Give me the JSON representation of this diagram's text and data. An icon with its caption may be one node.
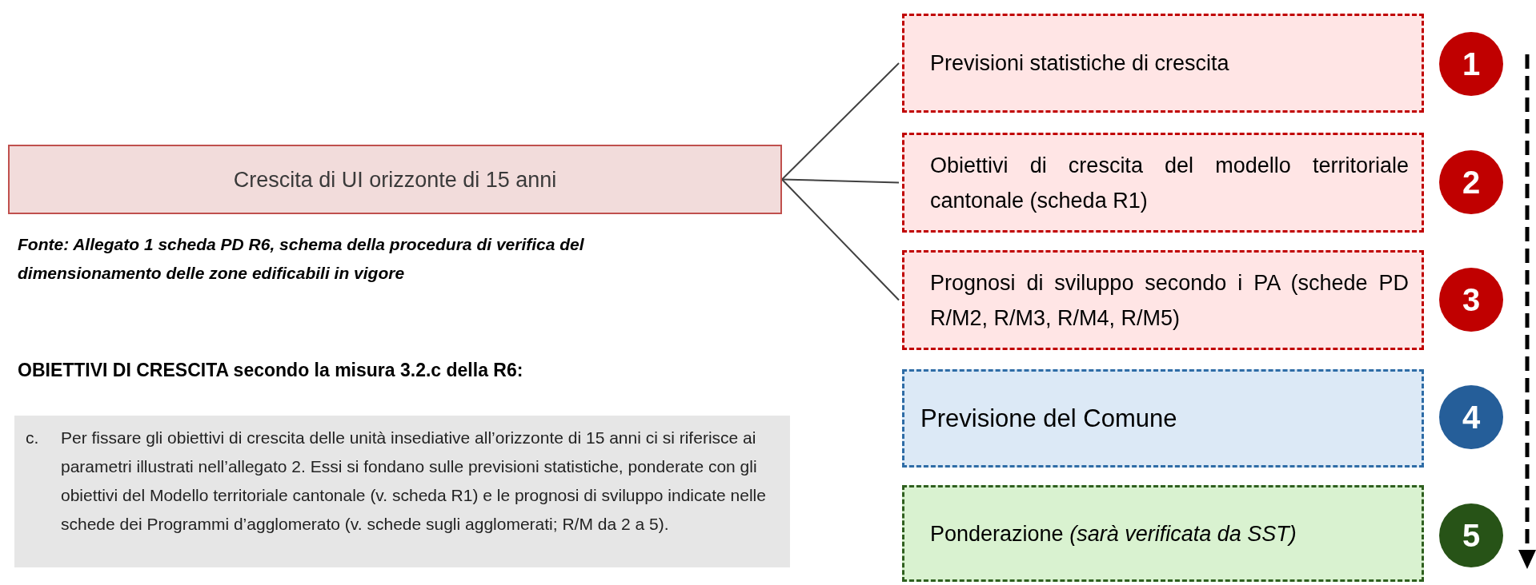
{
  "diagram": {
    "nodes": [
      {
        "text": [
          "Crescita di UI orizzonte di 15 anni"
        ]
      },
      {
        "text": [
          "Previsioni statistiche di crescita"
        ]
      },
      {
        "text": [
          "Obiettivi di crescita del modello territoriale cantonale (scheda R1)"
        ]
      },
      {
        "text": [
          "Prognosi di sviluppo secondo i PA (schede PD R/M2, R/M3, R/M4, R/M5)"
        ]
      },
      {
        "text": [
          "Previsione del Comune"
        ]
      },
      {
        "text": [
          "Ponderazione *(sarà verificata da SST)*"
        ]
      },
      {
        "text": [
          "1"
        ]
      },
      {
        "text": [
          "2"
        ]
      },
      {
        "text": [
          "3"
        ]
      },
      {
        "text": [
          "4"
        ]
      },
      {
        "text": [
          "5"
        ]
      },
      {
        "text": [
          "c.",
          "Per fissare gli obiettivi di crescita delle unità insediative all’orizzonte di 15 anni ci si riferisce ai parametri illustrati nell’allegato 2. Essi si fondano sulle previsioni statistiche, ponderate con gli obiettivi del Modello territoriale cantonale (v. scheda R1) e le prognosi di sviluppo indicate nelle schede dei Programmi d’agglomerato (v. schede sugli agglomerati; R/M da 2 a 5)."
        ]
      }
    ],
    "edges": [
      {
        "from": 0,
        "to": 1,
        "arrow": "none"
      },
      {
        "from": 0,
        "to": 2,
        "arrow": "none"
      },
      {
        "from": 0,
        "to": 3,
        "arrow": "none"
      }
    ],
    "labels": [
      "Fonte: Allegato 1 scheda PD R6, schema della procedura di verifica del dimensionamento delle zone edificabili in vigore",
      "OBIETTIVI DI CRESCITA secondo la misura 3.2.c della R6:"
    ]
  }
}
